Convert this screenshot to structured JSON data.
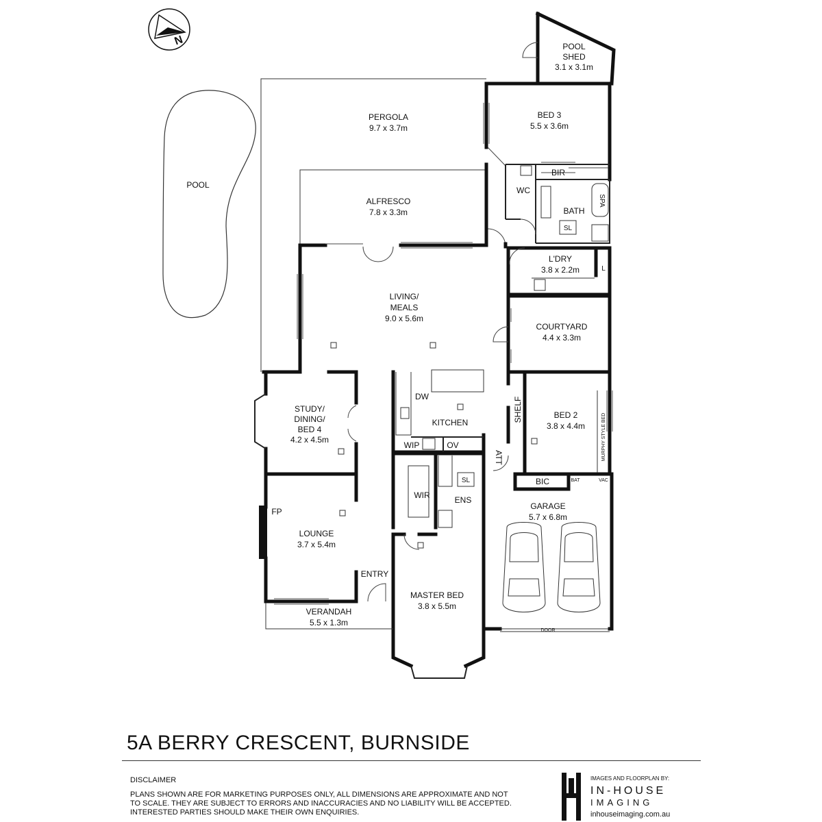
{
  "compass": {
    "letter": "N",
    "icon": "north-arrow-icon"
  },
  "rooms": {
    "pool": {
      "name": "POOL"
    },
    "pool_shed": {
      "line1": "POOL",
      "line2": "SHED",
      "dims": "3.1 x 3.1m"
    },
    "pergola": {
      "name": "PERGOLA",
      "dims": "9.7 x 3.7m"
    },
    "bed3": {
      "name": "BED 3",
      "dims": "5.5 x 3.6m"
    },
    "bir": {
      "name": "BIR"
    },
    "wc": {
      "name": "WC"
    },
    "bath": {
      "name": "BATH"
    },
    "bath_sl": {
      "name": "SL"
    },
    "spa": {
      "name": "SPA"
    },
    "alfresco": {
      "name": "ALFRESCO",
      "dims": "7.8 x 3.3m"
    },
    "laundry": {
      "name": "L'DRY",
      "dims": "3.8 x 2.2m"
    },
    "laundry_l": {
      "name": "L"
    },
    "living": {
      "line1": "LIVING/",
      "line2": "MEALS",
      "dims": "9.0 x 5.6m"
    },
    "courtyard": {
      "name": "COURTYARD",
      "dims": "4.4 x 3.3m"
    },
    "study": {
      "line1": "STUDY/",
      "line2": "DINING/",
      "line3": "BED 4",
      "dims": "4.2 x 4.5m"
    },
    "kitchen": {
      "name": "KITCHEN"
    },
    "dw": {
      "name": "DW"
    },
    "wip": {
      "name": "WIP"
    },
    "ov": {
      "name": "OV"
    },
    "shelf": {
      "name": "SHELF"
    },
    "bed2": {
      "name": "BED 2",
      "dims": "3.8 x 4.4m"
    },
    "murphy": {
      "name": "MURPHY STYLE BED"
    },
    "att": {
      "name": "ATT"
    },
    "bic": {
      "name": "BIC"
    },
    "bat": {
      "name": "BAT"
    },
    "vac": {
      "name": "VAC"
    },
    "ens_sl": {
      "name": "SL"
    },
    "wir": {
      "name": "WIR"
    },
    "ens": {
      "name": "ENS"
    },
    "garage": {
      "name": "GARAGE",
      "dims": "5.7 x 6.8m"
    },
    "fp": {
      "name": "FP"
    },
    "lounge": {
      "name": "LOUNGE",
      "dims": "3.7 x 5.4m"
    },
    "entry": {
      "name": "ENTRY"
    },
    "master": {
      "name": "MASTER BED",
      "dims": "3.8 x 5.5m"
    },
    "verandah": {
      "name": "VERANDAH",
      "dims": "5.5 x 1.3m"
    },
    "garage_door": {
      "name": "DOOR"
    }
  },
  "title": "5A BERRY CRESCENT, BURNSIDE",
  "disclaimer": {
    "heading": "DISCLAIMER",
    "body": "PLANS SHOWN ARE FOR MARKETING PURPOSES ONLY, ALL DIMENSIONS ARE APPROXIMATE AND NOT TO SCALE. THEY ARE SUBJECT TO ERRORS AND INACCURACIES AND NO LIABILITY WILL BE ACCEPTED. INTERESTED PARTIES SHOULD MAKE THEIR OWN ENQUIRIES."
  },
  "brand": {
    "tagline": "IMAGES AND FLOORPLAN BY:",
    "name": "IN-HOUSE",
    "sub": "IMAGING",
    "url": "inhouseimaging.com.au",
    "icon": "in-house-logo-icon"
  }
}
